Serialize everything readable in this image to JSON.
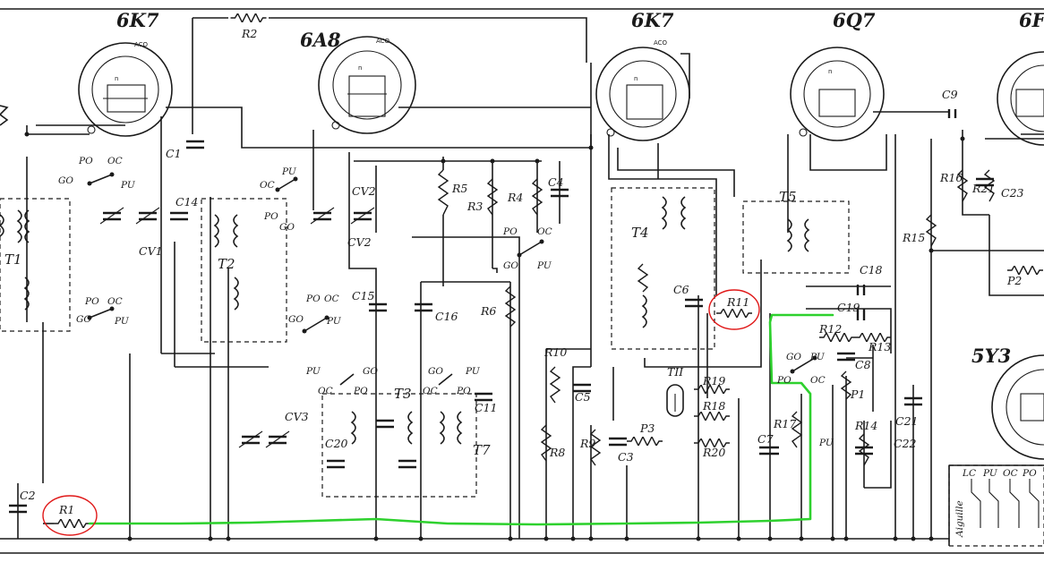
{
  "colors": {
    "ink": "#1a1a1a",
    "highlight_trace": "#2ed12e",
    "highlight_circle": "#e01818"
  },
  "tubes": [
    "6K7",
    "6A8",
    "6K7",
    "6Q7",
    "6F",
    "5Y3"
  ],
  "transformers": [
    "T1",
    "T2",
    "T3",
    "T4",
    "T5",
    "T7"
  ],
  "resistors": [
    "R1",
    "R2",
    "R3",
    "R4",
    "R5",
    "R6",
    "R8",
    "R9",
    "R10",
    "R11",
    "R12",
    "R13",
    "R14",
    "R15",
    "R16",
    "R17",
    "R18",
    "R19",
    "R20",
    "R21"
  ],
  "capacitors": [
    "C1",
    "C2",
    "C3",
    "C4",
    "C5",
    "C6",
    "C7",
    "C8",
    "C9",
    "C11",
    "C14",
    "C15",
    "C16",
    "C18",
    "C19",
    "C20",
    "C21",
    "C22",
    "C23"
  ],
  "variable_capacitors": [
    "CV1",
    "CV2",
    "CV2",
    "CV3"
  ],
  "potentiometers": [
    "P1",
    "P2",
    "P3"
  ],
  "band_switch": [
    "PO",
    "OC",
    "GO",
    "PU"
  ],
  "misc": {
    "tuning_indicator": "TII",
    "selector_labels": [
      "LC",
      "PU",
      "OC",
      "PO"
    ],
    "selector_side": "Aiguille"
  },
  "highlights": {
    "circled": [
      "R1",
      "R11"
    ]
  }
}
